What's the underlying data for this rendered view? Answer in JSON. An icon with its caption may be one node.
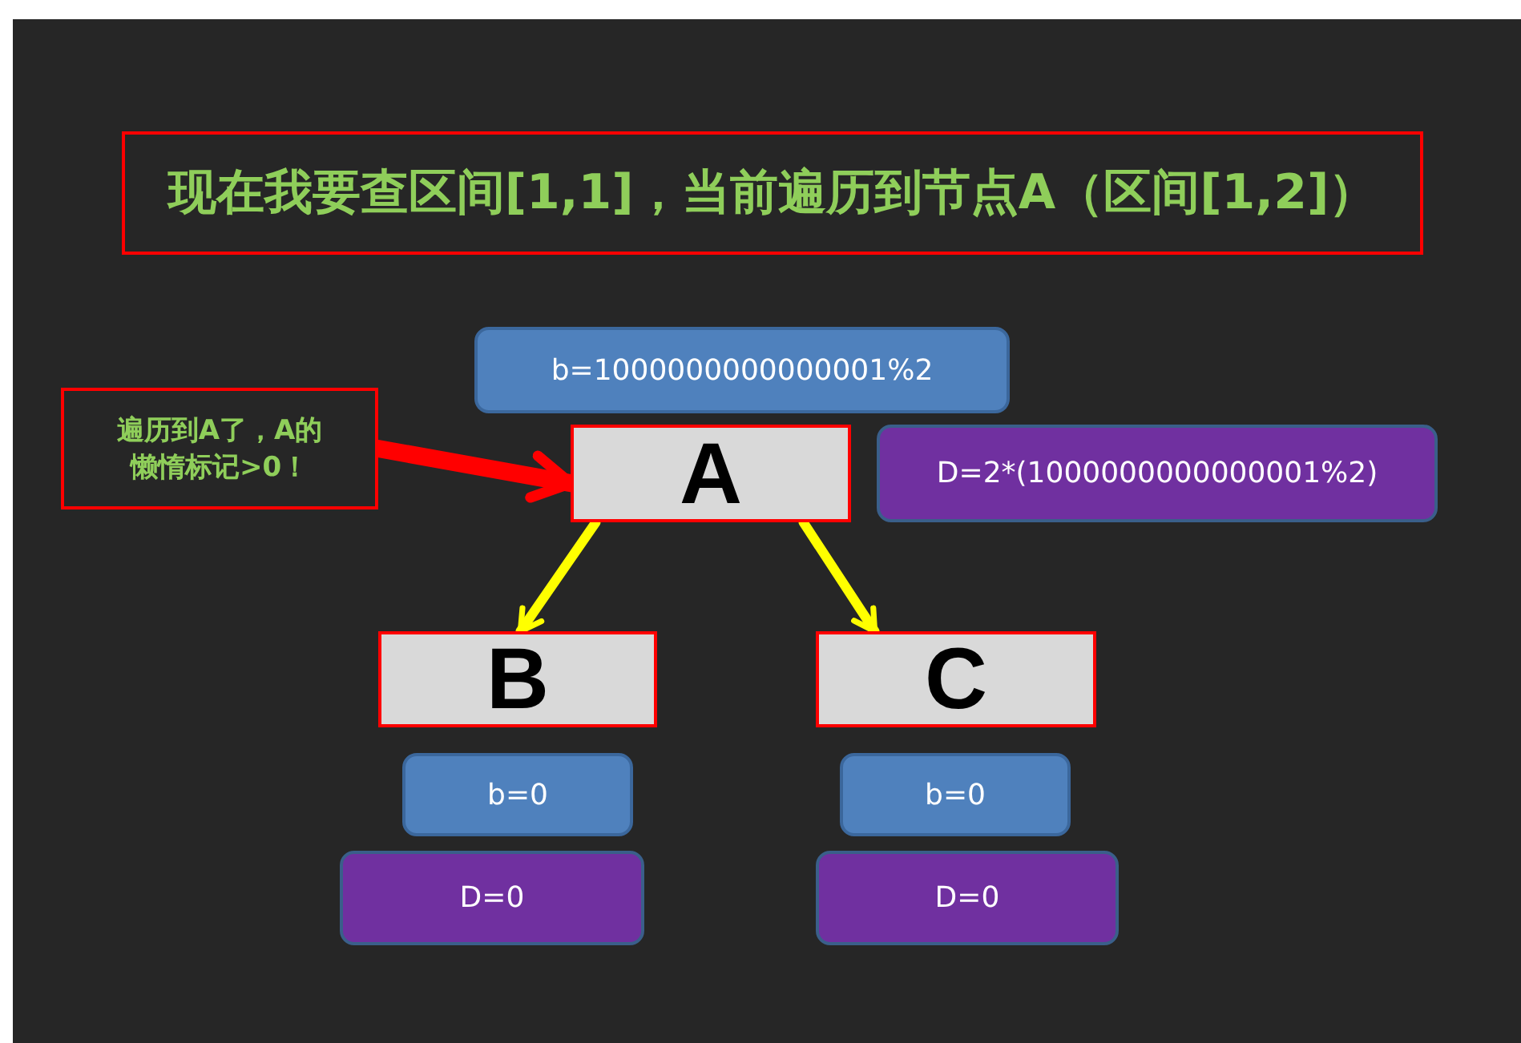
{
  "diagram": {
    "nodes": [
      {
        "text": [
          "现在我要查区间[1,1]，当前遍历到节点A（区间[1,2]）"
        ]
      },
      {
        "text": [
          "遍历到A了，A的懒惰标记>0！"
        ]
      },
      {
        "text": [
          "b=1000000000000001%2"
        ]
      },
      {
        "text": [
          "A"
        ]
      },
      {
        "text": [
          "D=2*(1000000000000001%2)"
        ]
      },
      {
        "text": [
          "B"
        ]
      },
      {
        "text": [
          "C"
        ]
      },
      {
        "text": [
          "b=0"
        ]
      },
      {
        "text": [
          "D=0"
        ]
      },
      {
        "text": [
          "b=0"
        ]
      },
      {
        "text": [
          "D=0"
        ]
      }
    ],
    "edges": [
      {
        "from": 1,
        "to": 3,
        "arrow": "to",
        "style": "thick",
        "color": "#ff0000"
      },
      {
        "from": 3,
        "to": 5,
        "arrow": "to"
      },
      {
        "from": 3,
        "to": 6,
        "arrow": "to"
      }
    ]
  }
}
